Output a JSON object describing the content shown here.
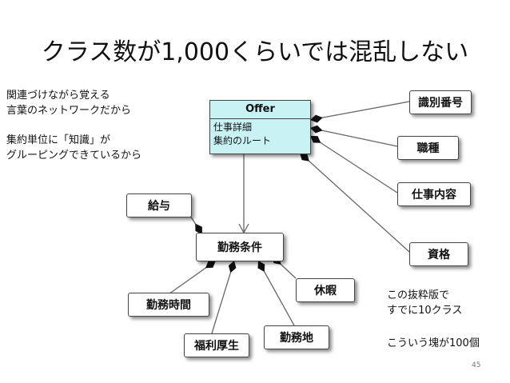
{
  "title": "クラス数が1,000くらいでは混乱しない",
  "notes": {
    "left_1": [
      "関連づけながら覚える",
      "言葉のネットワークだから"
    ],
    "left_2": [
      "集約単位に「知識」が",
      "グルーピングできているから"
    ],
    "right_1": [
      "この抜粋版で",
      "すでに10クラス"
    ],
    "right_2": "こういう塊が100個"
  },
  "offer": {
    "name": "Offer",
    "attributes": [
      "仕事詳細",
      "集約のルート"
    ]
  },
  "nodes": {
    "shikibetsu": "識別番号",
    "shokushu": "職種",
    "shigoto": "仕事内容",
    "shikaku": "資格",
    "kyuyo": "給与",
    "kinmu_joken": "勤務条件",
    "kinmu_jikan": "勤務時間",
    "kyuka": "休暇",
    "fukuri": "福利厚生",
    "kinmuchi": "勤務地"
  },
  "page_number": "45"
}
